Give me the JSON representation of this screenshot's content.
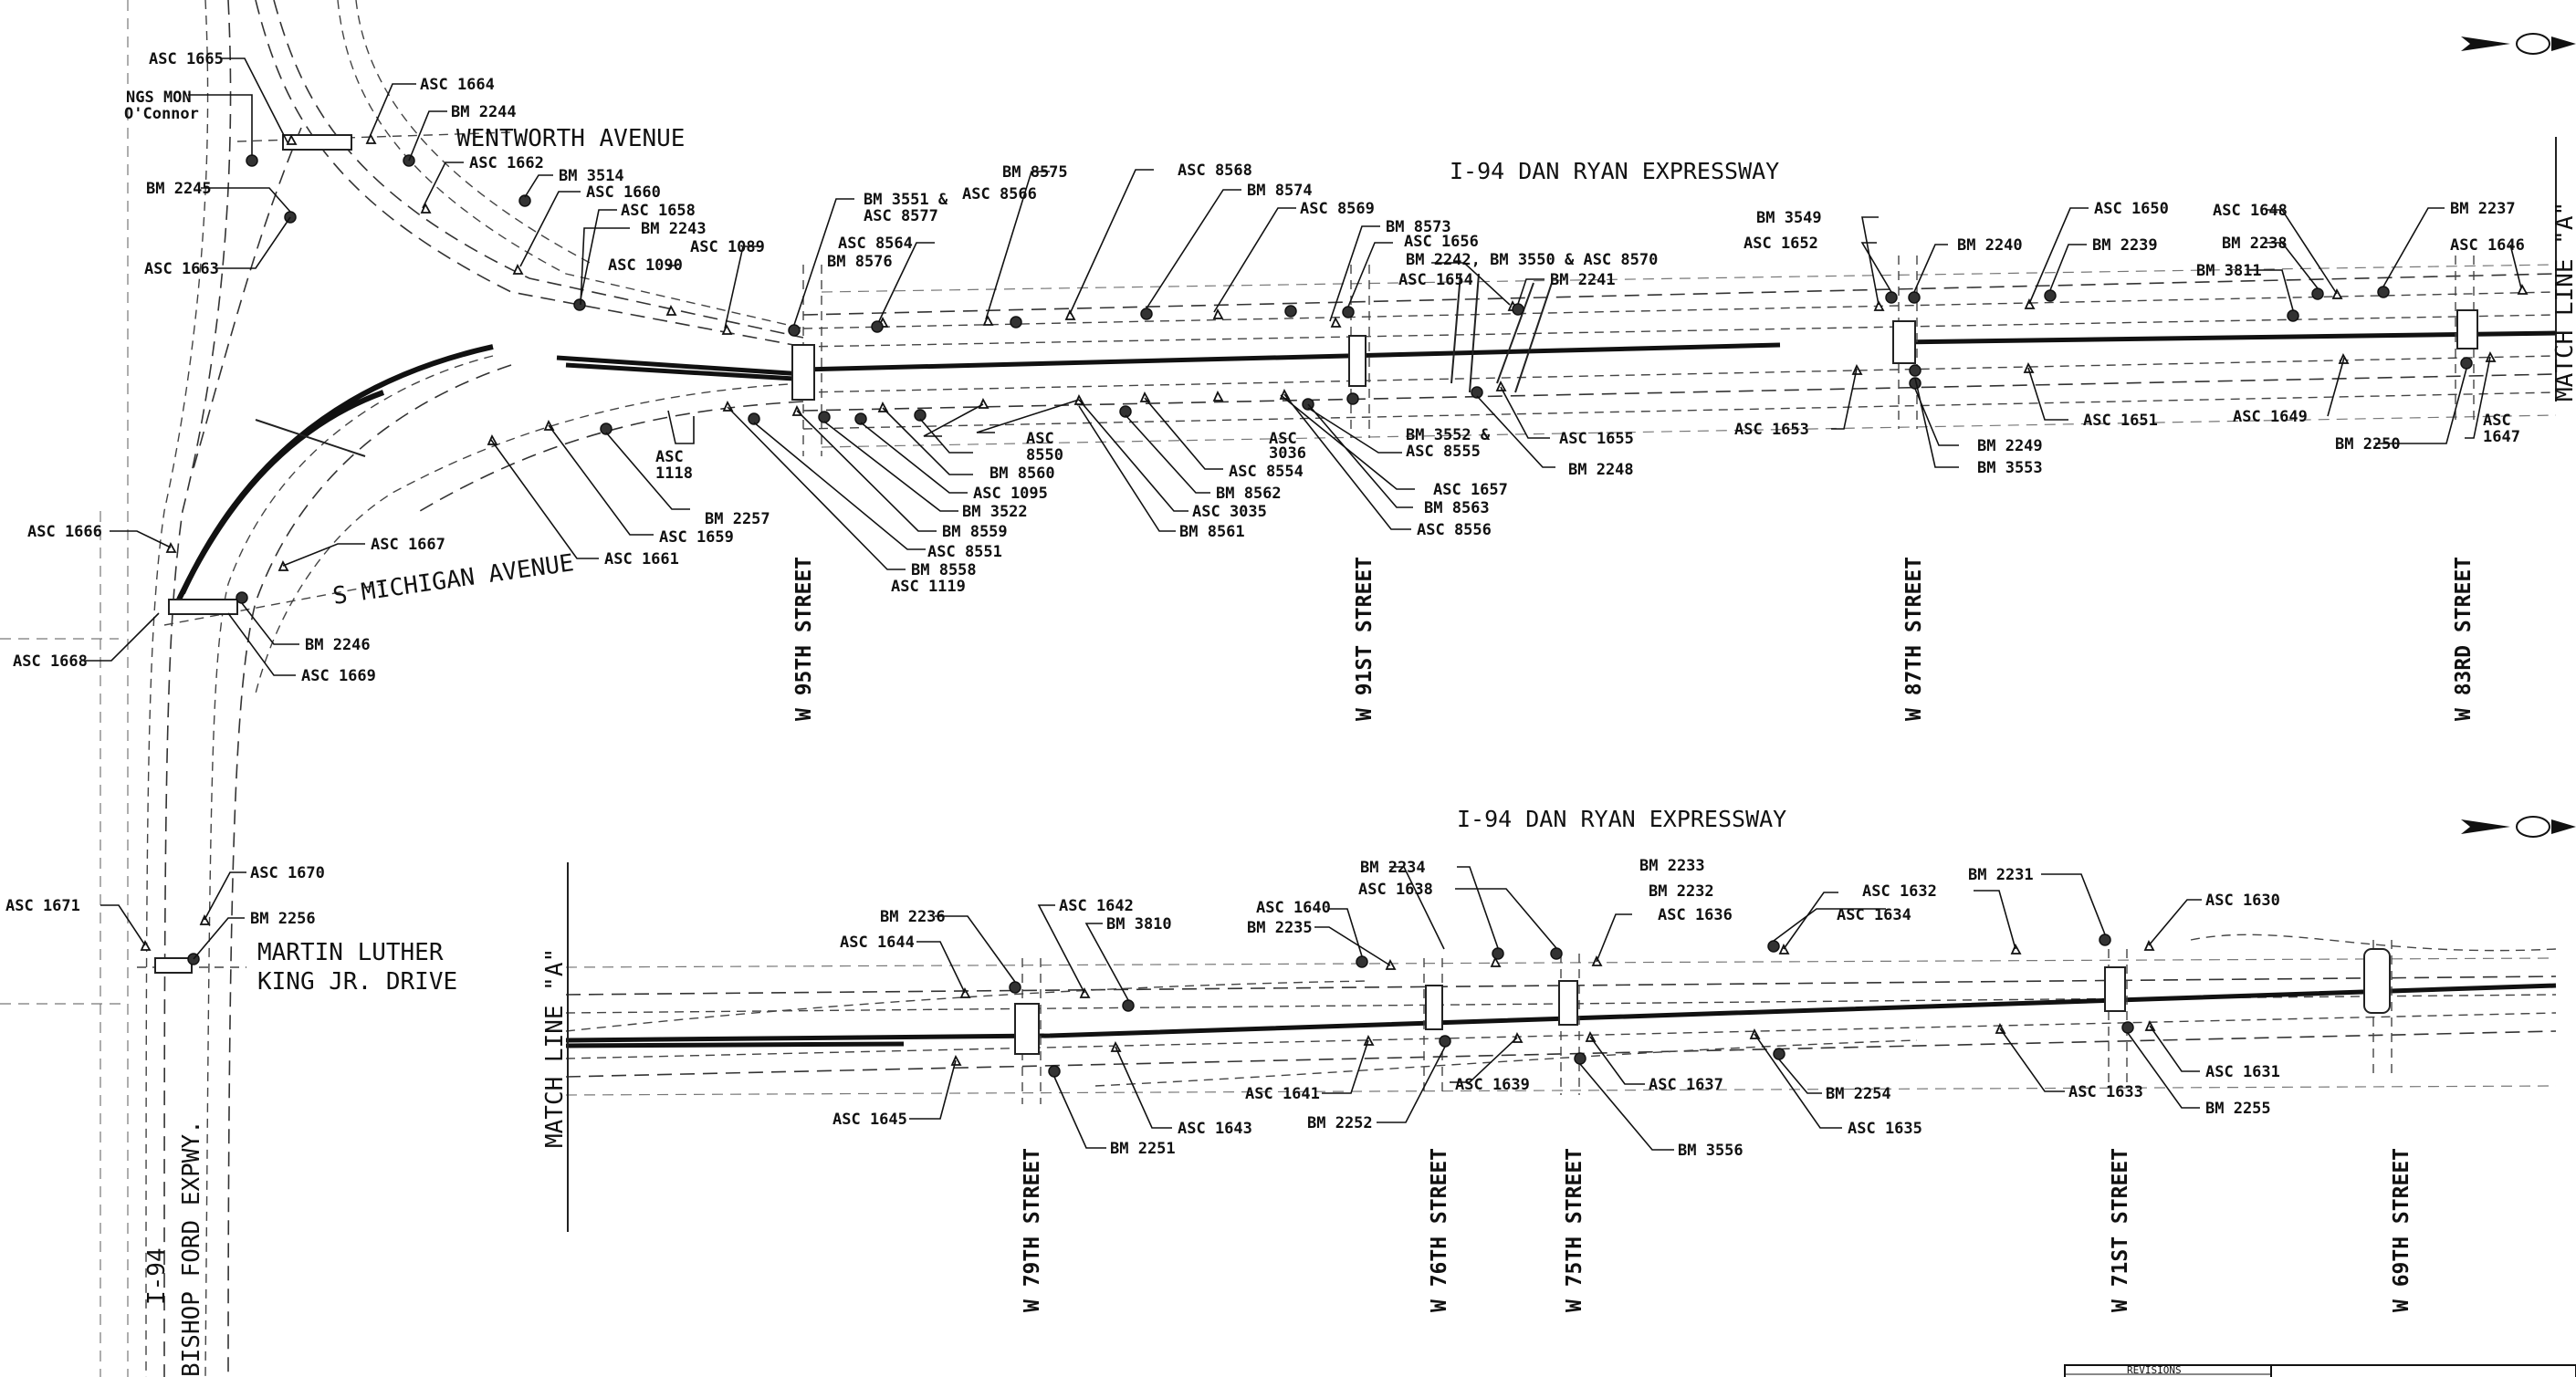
{
  "upper_title": "I-94 DAN RYAN EXPRESSWAY",
  "lower_title": "I-94 DAN RYAN EXPRESSWAY",
  "match_line_right": "MATCH LINE \"A\"",
  "match_line_left": "MATCH LINE \"A\"",
  "roads": {
    "wentworth": "WENTWORTH AVENUE",
    "michigan": "S MICHIGAN AVENUE",
    "mlk_line1": "MARTIN LUTHER",
    "mlk_line2": "KING JR. DRIVE",
    "bishop_line1": "I-94",
    "bishop_line2": "BISHOP FORD EXPWY."
  },
  "ngs": [
    "NGS MON",
    "O'Connor"
  ],
  "streets_upper": [
    "W 95TH STREET",
    "W 91ST STREET",
    "W 87TH STREET",
    "W 83RD STREET"
  ],
  "streets_lower": [
    "W 79TH STREET",
    "W 76TH STREET",
    "W 75TH STREET",
    "W 71ST STREET",
    "W 69TH STREET"
  ],
  "revisions_label": "REVISIONS",
  "labels": [
    "ASC 1665",
    "ASC 1664",
    "BM 2244",
    "BM 2245",
    "ASC 1663",
    "ASC 1662",
    "BM 3514",
    "ASC 1660",
    "ASC 1658",
    "BM 2243",
    "ASC 1089",
    "ASC 1090",
    "BM 3551 &",
    "ASC 8577",
    "ASC 8564",
    "BM 8576",
    "BM 8575",
    "ASC 8566",
    "ASC 8568",
    "BM 8574",
    "ASC 8569",
    "BM 8573",
    "ASC 1656",
    "BM 2242, BM 3550 & ASC 8570",
    "ASC 1654",
    "BM 2241",
    "BM 3549",
    "ASC 1652",
    "BM 2240",
    "ASC 1650",
    "BM 2239",
    "ASC 1648",
    "BM 2238",
    "BM 3811",
    "BM 2237",
    "ASC 1646",
    "ASC 1666",
    "ASC 1667",
    "ASC 1668",
    "BM 2246",
    "ASC 1669",
    "ASC",
    "1118",
    "BM 2257",
    "ASC 1659",
    "ASC 1661",
    "8550",
    "BM 8560",
    "ASC 1095",
    "BM 3522",
    "BM 8559",
    "ASC 8551",
    "BM 8558",
    "ASC 1119",
    "3036",
    "ASC 8554",
    "BM 8562",
    "ASC 3035",
    "BM 8561",
    "BM 3552 &",
    "ASC 8555",
    "ASC 1655",
    "BM 2248",
    "ASC 1657",
    "BM 8563",
    "ASC 8556",
    "ASC 1653",
    "BM 2249",
    "BM 3553",
    "ASC 1651",
    "ASC 1649",
    "BM 2250",
    "1647",
    "ASC 1670",
    "ASC 1671",
    "BM 2256",
    "BM 2236",
    "ASC 1644",
    "ASC 1642",
    "BM 3810",
    "ASC 1640",
    "BM 2235",
    "BM 2234",
    "ASC 1638",
    "BM 2233",
    "BM 2232",
    "ASC 1636",
    "ASC 1632",
    "ASC 1634",
    "BM 2231",
    "ASC 1630",
    "ASC 1645",
    "BM 2251",
    "ASC 1643",
    "ASC 1641",
    "BM 2252",
    "ASC 1639",
    "ASC 1637",
    "BM 3556",
    "BM 2254",
    "ASC 1635",
    "ASC 1633",
    "ASC 1631",
    "BM 2255"
  ]
}
